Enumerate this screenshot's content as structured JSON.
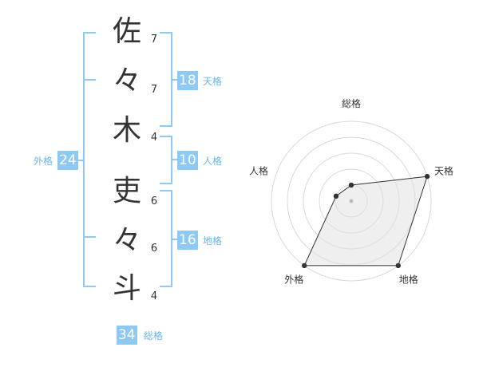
{
  "name_chars": [
    {
      "char": "佐",
      "strokes": "7"
    },
    {
      "char": "々",
      "strokes": "7"
    },
    {
      "char": "木",
      "strokes": "4"
    },
    {
      "char": "吏",
      "strokes": "6"
    },
    {
      "char": "々",
      "strokes": "6"
    },
    {
      "char": "斗",
      "strokes": "4"
    }
  ],
  "kaku": {
    "tenkaku": {
      "value": "18",
      "label": "天格"
    },
    "jinkaku": {
      "value": "10",
      "label": "人格"
    },
    "chikaku": {
      "value": "16",
      "label": "地格"
    },
    "gaikaku": {
      "value": "24",
      "label": "外格"
    },
    "soukaku": {
      "value": "34",
      "label": "総格"
    }
  },
  "colors": {
    "accent": "#8dc9f2",
    "label": "#6cb4e8",
    "text": "#333333",
    "radar_fill": "#f0f0f0"
  },
  "chart_data": {
    "type": "radar",
    "axes": [
      "総格",
      "天格",
      "地格",
      "外格",
      "人格"
    ],
    "values": [
      1,
      5,
      5,
      5,
      1
    ],
    "max": 5,
    "rings": 5
  }
}
